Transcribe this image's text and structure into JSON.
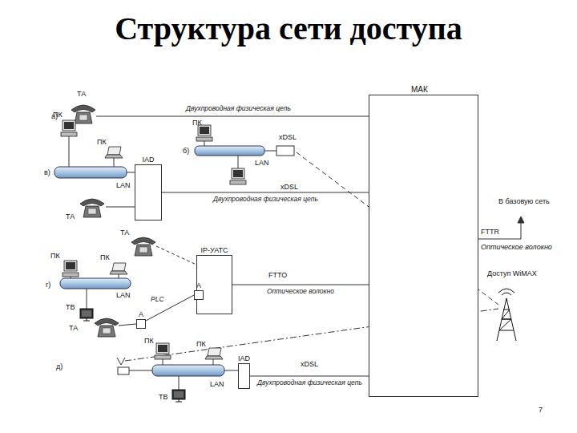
{
  "diagram": {
    "title": "Структура сети доступа",
    "nodes": [
      {
        "text": [
          "МАК"
        ]
      },
      {
        "text": [
          "IAD"
        ]
      },
      {
        "text": [
          "IP-УАТС"
        ]
      },
      {
        "text": [
          "A"
        ]
      },
      {
        "text": [
          "A"
        ]
      },
      {
        "text": [
          "IAD"
        ]
      }
    ],
    "edges": [
      {
        "from": 1,
        "to": 0,
        "arrow": "none",
        "label": "Двухпроводная физическая цепь"
      },
      {
        "from": 2,
        "to": 0,
        "arrow": "none",
        "label": "Оптическое волокно"
      },
      {
        "from": 4,
        "to": 3,
        "arrow": "none",
        "label": "PLC"
      },
      {
        "from": 5,
        "to": 0,
        "arrow": "none",
        "label": "Двухпроводная физическая цепь"
      }
    ],
    "labels": [
      "а)",
      "ТА",
      "Двухпроводная физическая цепь",
      "ПК",
      "б)",
      "xDSL",
      "LAN",
      "ПК",
      "ПК",
      "в)",
      "LAN",
      "xDSL",
      "ТА",
      "ТА",
      "ПК",
      "ПК",
      "г)",
      "LAN",
      "ТВ",
      "ТА",
      "FTTO",
      "ПК",
      "ПК",
      "д)",
      "ТВ",
      "LAN",
      "xDSL",
      "FTTR",
      "Оптическое волокно",
      "В базовую сеть",
      "Доступ WiMAX",
      "7"
    ]
  }
}
